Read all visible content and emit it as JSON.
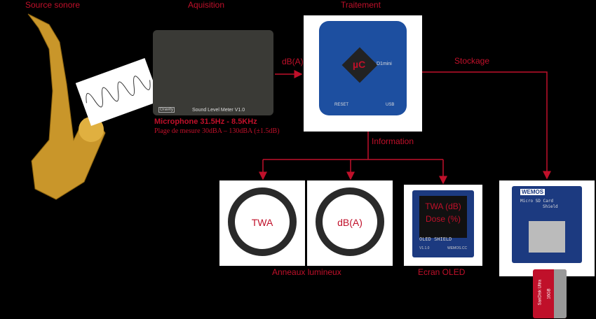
{
  "labels": {
    "source": "Source sonore",
    "acquisition": "Aquisition",
    "processing": "Traitement",
    "storage": "Stockage",
    "information": "Information",
    "dba_arrow": "dB(A)",
    "rings": "Anneaux lumineux",
    "oled": "Ecran OLED"
  },
  "microphone": {
    "title": "Microphone 31.5Hz - 8.5KHz",
    "range": "Plage de mesure 30dBA – 130dBA (±1.5dB)",
    "board_text": "Sound Level Meter V1.0",
    "brand": "Gravity"
  },
  "mcu": {
    "chip": "µC",
    "model": "D1mini",
    "reset": "RESET",
    "usb": "USB"
  },
  "ring1": {
    "text": "TWA"
  },
  "ring2": {
    "text": "dB(A)"
  },
  "oled": {
    "line1": "TWA (dB)",
    "line2": "Dose (%)",
    "shield": "OLED SHIELD",
    "version": "V1.1.0",
    "site": "WEMOS.CC"
  },
  "sd": {
    "brand": "WEMOS",
    "line1": "Micro SD Card",
    "line2": "Shield",
    "card_brand": "SanDisk Ultra",
    "card_size": "16GB"
  },
  "colors": {
    "accent": "#c0102a"
  }
}
